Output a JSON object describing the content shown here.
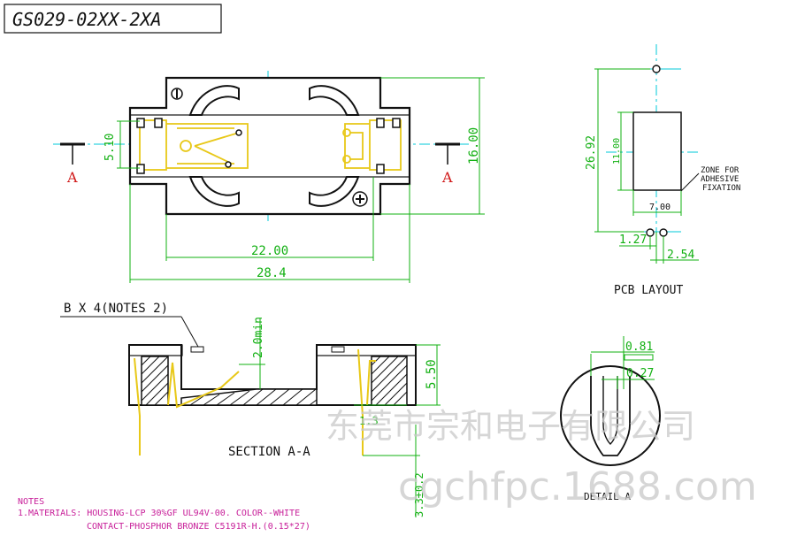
{
  "title_box": "GS029-02XX-2XA",
  "section_marker": "A",
  "top_view": {
    "dim_width_inner": "22.00",
    "dim_width_outer": "28.4",
    "dim_height": "16.00",
    "dim_contact_pitch": "5.10"
  },
  "pcb_layout": {
    "title": "PCB LAYOUT",
    "dim_total_height": "26.92",
    "dim_pad_height": "11.00",
    "dim_pad_width": "7.00",
    "dim_hole_offset": "1.27",
    "dim_hole_pitch": "2.54",
    "zone_note": [
      "ZONE FOR",
      "ADHESIVE",
      "FIXATION"
    ]
  },
  "section_view": {
    "callout": "B X 4(NOTES 2)",
    "dim_min": "2.0min",
    "dim_height": "5.50",
    "dim_small": "1.3",
    "dim_lead": "3.3±0.2",
    "label": "SECTION A-A"
  },
  "detail_view": {
    "dim_a": "0.81",
    "dim_b": "0.27",
    "label": "DETAIL A"
  },
  "notes": {
    "heading": "NOTES",
    "line1": "1.MATERIALS: HOUSING-LCP 30%GF UL94V-00. COLOR--WHITE",
    "line2": "CONTACT-PHOSPHOR BRONZE C5191R-H.(0.15*27)"
  },
  "watermark": {
    "company": "东莞市宗和电子有限公司",
    "site": "cgchfpc.1688.com"
  },
  "colors": {
    "green": "#12b012",
    "cyan": "#00c8d8",
    "yellow": "#e8c818",
    "red": "#d01818",
    "magenta": "#c8209a"
  }
}
